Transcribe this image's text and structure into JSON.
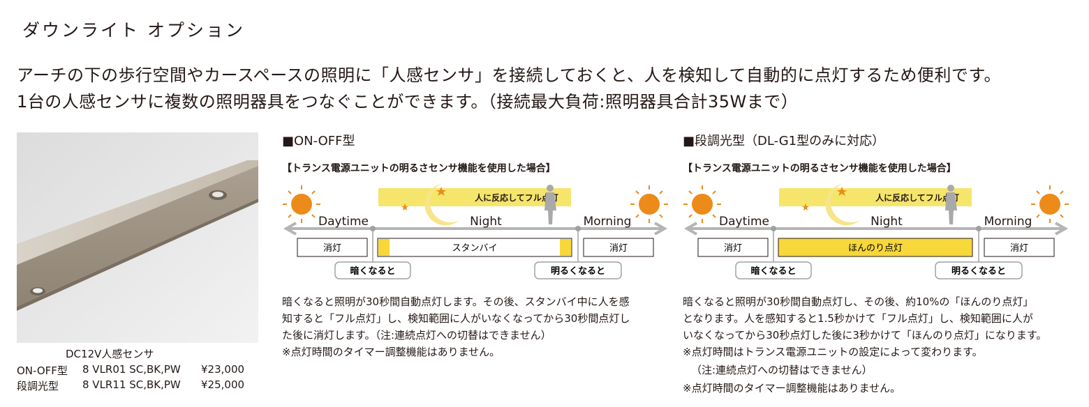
{
  "title": "ダウンライト オプション",
  "intro": [
    "アーチの下の歩行空間やカースペースの照明に「人感センサ」を接続しておくと、人を検知して自動的に点灯するため便利です。",
    "1台の人感センサに複数の照明器具をつなぐことができます。（接続最大負荷:照明器具合計35Wまで）"
  ],
  "product": {
    "caption": "DC12V人感センサ",
    "rows": [
      {
        "type": "ON-OFF型",
        "code": "8 VLR01 SC,BK,PW",
        "price": "¥23,000"
      },
      {
        "type": "段調光型",
        "code": "8 VLR11 SC,BK,PW",
        "price": "¥25,000"
      }
    ]
  },
  "onoff": {
    "heading": "■ON-OFF型",
    "subheading": "【トランス電源ユニットの明るさセンサ機能を使用した場合】",
    "banner": "人に反応してフル点灯",
    "day": "Daytime",
    "night": "Night",
    "morning": "Morning",
    "box_left": "消灯",
    "box_mid": "スタンバイ",
    "box_right": "消灯",
    "dark": "暗くなると",
    "bright": "明るくなると",
    "description": [
      "暗くなると照明が30秒間自動点灯します。その後、スタンバイ中に人を感",
      "知すると「フル点灯」し、検知範囲に人がいなくなってから30秒間点灯し",
      "た後に消灯します。（注:連続点灯への切替はできません）",
      "※点灯時間のタイマー調整機能はありません。"
    ]
  },
  "dimmer": {
    "heading": "■段調光型（DL-G1型のみに対応）",
    "subheading": "【トランス電源ユニットの明るさセンサ機能を使用した場合】",
    "banner": "人に反応してフル点灯",
    "day": "Daytime",
    "night": "Night",
    "morning": "Morning",
    "box_left": "消灯",
    "box_mid": "ほんのり点灯",
    "box_right": "消灯",
    "dark": "暗くなると",
    "bright": "明るくなると",
    "description": [
      "暗くなると照明が30秒間自動点灯し、その後、約10%の「ほんのり点灯」",
      "となります。人を感知すると1.5秒かけて「フル点灯」し、検知範囲に人が",
      "いなくなってから30秒点灯した後に3秒かけて「ほんのり点灯」になります。",
      "※点灯時間はトランス電源ユニットの設定によって変わります。",
      "（注:連続点灯への切替はできません）",
      "※点灯時間のタイマー調整機能はありません。"
    ]
  },
  "colors": {
    "sun": "#ec8b1a",
    "banner": "#f5e56b",
    "fill": "#f7d73a",
    "moon": "#f8e48a",
    "arrow": "#b5b5b6",
    "text": "#231815"
  }
}
